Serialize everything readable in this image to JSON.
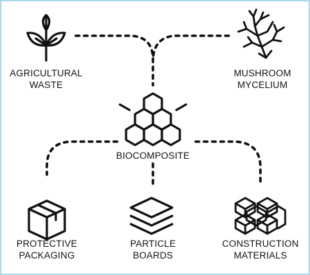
{
  "colors": {
    "stroke": "#111111",
    "border": "#a8d8ec",
    "background": "#ffffff"
  },
  "inputs": {
    "agricultural": {
      "icon": "sprout-icon",
      "line1": "AGRICULTURAL",
      "line2": "WASTE"
    },
    "mushroom": {
      "icon": "mycelium-icon",
      "line1": "MUSHROOM",
      "line2": "MYCELIUM"
    }
  },
  "center": {
    "icon": "hexagon-cluster-icon",
    "label": "BIOCOMPOSITE"
  },
  "outputs": {
    "packaging": {
      "icon": "cardboard-box-icon",
      "line1": "PROTECTIVE",
      "line2": "PACKAGING"
    },
    "boards": {
      "icon": "stacked-layers-icon",
      "line1": "PARTICLE",
      "line2": "BOARDS"
    },
    "construction": {
      "icon": "brick-blocks-icon",
      "line1": "CONSTRUCTION",
      "line2": "MATERIALS"
    }
  }
}
